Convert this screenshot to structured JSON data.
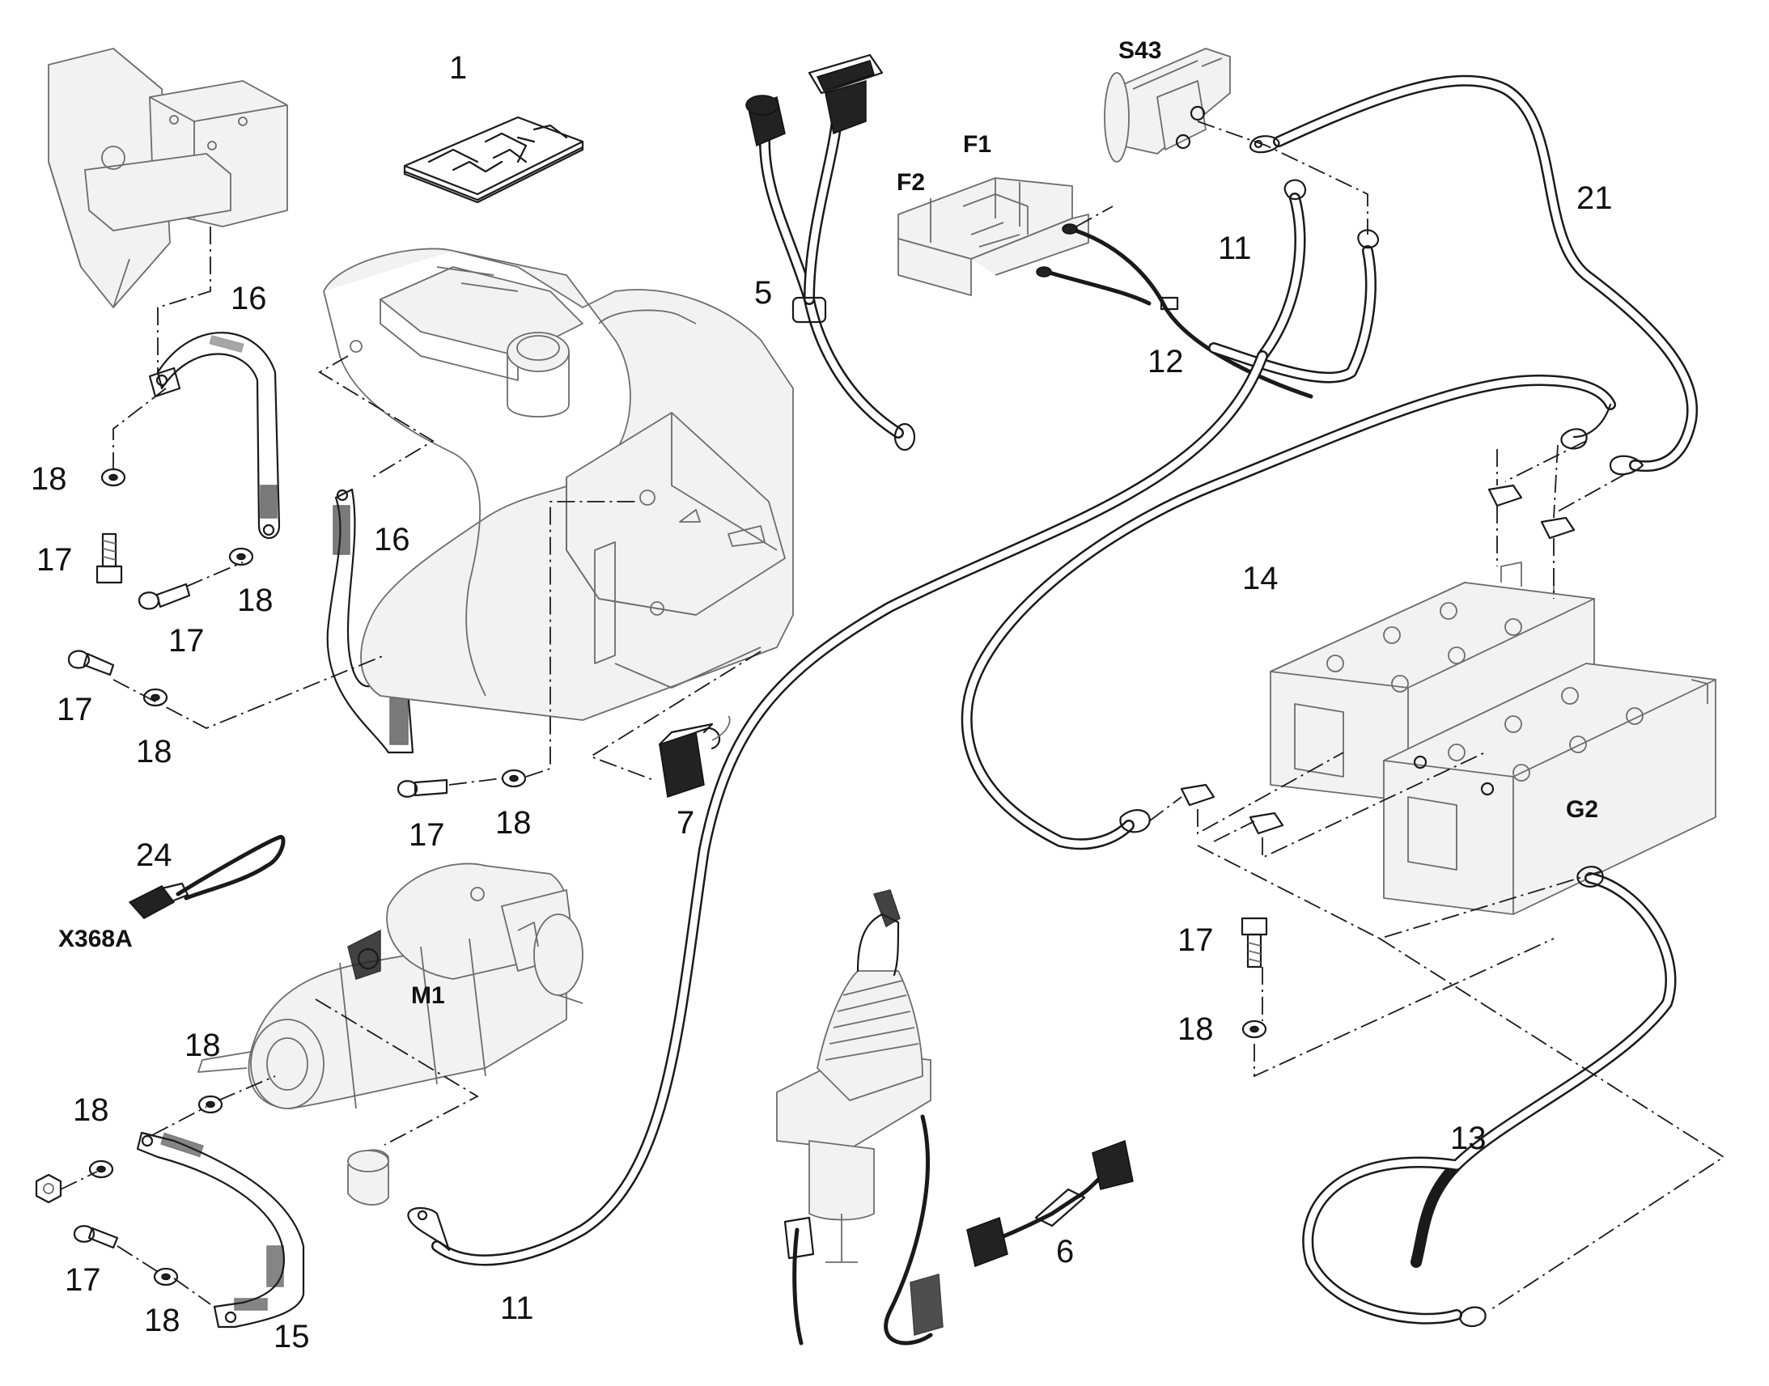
{
  "callouts": {
    "c1": "1",
    "c5": "5",
    "c6": "6",
    "c7": "7",
    "c11": "11",
    "c12": "12",
    "c13": "13",
    "c14": "14",
    "c15": "15",
    "c16": "16",
    "c17": "17",
    "c18": "18",
    "c21": "21",
    "c24": "24"
  },
  "designators": {
    "f1": "F1",
    "f2": "F2",
    "s43": "S43",
    "g2": "G2",
    "m1": "M1",
    "x368a": "X368A"
  },
  "colors": {
    "ink": "#1a1a1a",
    "shade": "#f2f2f2",
    "background": "#ffffff"
  }
}
